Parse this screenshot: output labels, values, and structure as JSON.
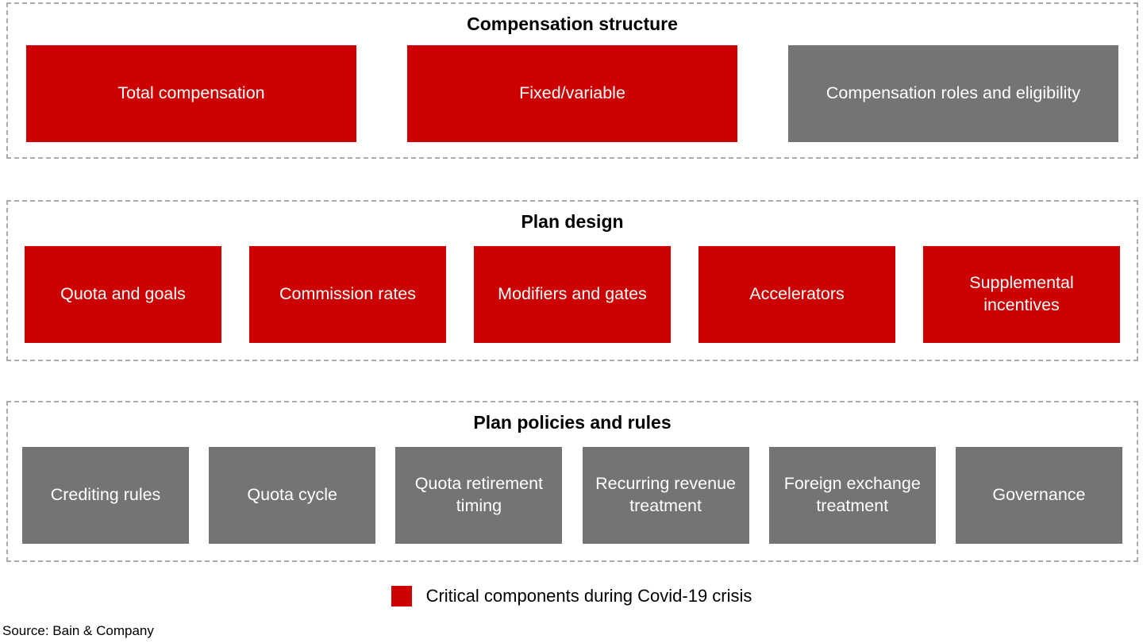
{
  "colors": {
    "critical_red": "#CC0000",
    "standard_gray": "#747474",
    "dashed_border": "#ababab"
  },
  "sections": [
    {
      "title": "Compensation structure",
      "boxes": [
        {
          "label": "Total compensation",
          "critical": true
        },
        {
          "label": "Fixed/variable",
          "critical": true
        },
        {
          "label": "Compensation roles and eligibility",
          "critical": false
        }
      ]
    },
    {
      "title": "Plan design",
      "boxes": [
        {
          "label": "Quota and goals",
          "critical": true
        },
        {
          "label": "Commission rates",
          "critical": true
        },
        {
          "label": "Modifiers and gates",
          "critical": true
        },
        {
          "label": "Accelerators",
          "critical": true
        },
        {
          "label": "Supplemental incentives",
          "critical": true
        }
      ]
    },
    {
      "title": "Plan policies and rules",
      "boxes": [
        {
          "label": "Crediting rules",
          "critical": false
        },
        {
          "label": "Quota cycle",
          "critical": false
        },
        {
          "label": "Quota retirement timing",
          "critical": false
        },
        {
          "label": "Recurring revenue treatment",
          "critical": false
        },
        {
          "label": "Foreign exchange treatment",
          "critical": false
        },
        {
          "label": "Governance",
          "critical": false
        }
      ]
    }
  ],
  "legend": {
    "label": "Critical components during Covid-19 crisis",
    "swatch_color": "#CC0000"
  },
  "source": "Source: Bain & Company"
}
